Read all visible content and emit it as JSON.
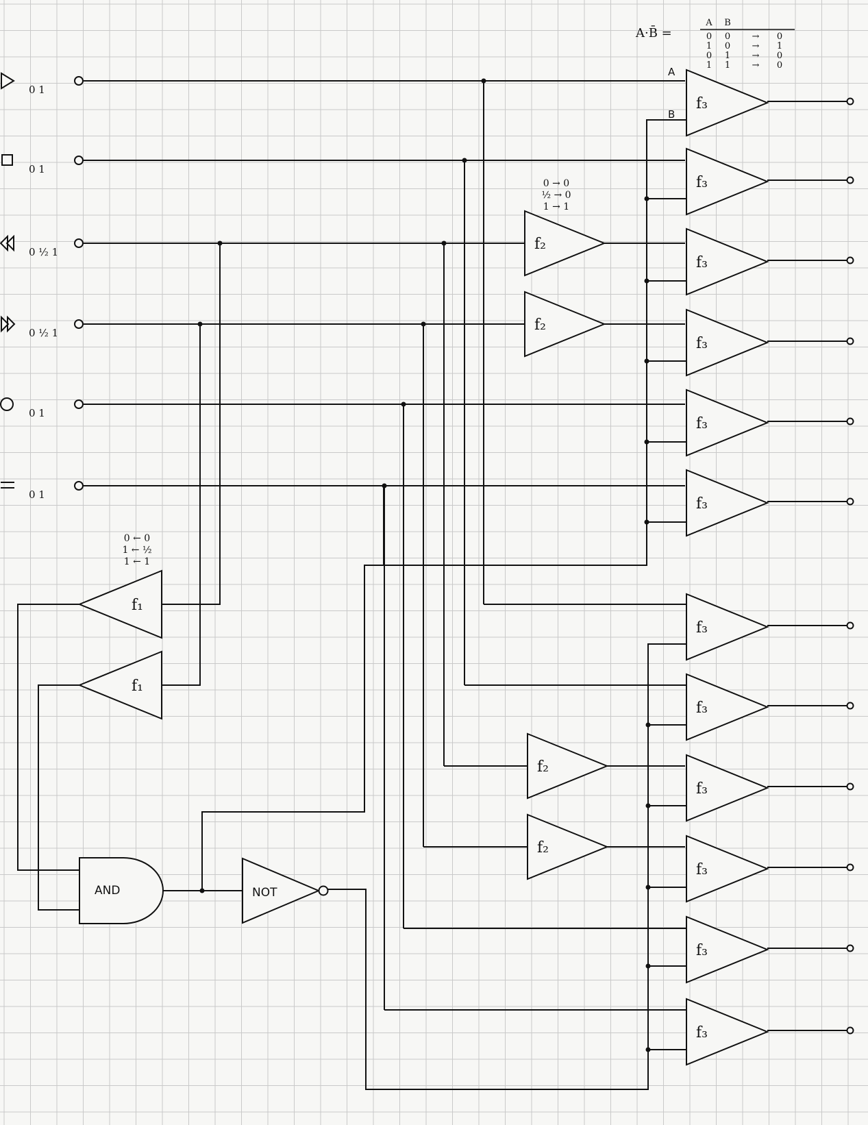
{
  "inputs": [
    {
      "icon": "play-icon",
      "glyph": "▷",
      "values": "0  1"
    },
    {
      "icon": "stop-icon",
      "glyph": "□",
      "values": "0  1"
    },
    {
      "icon": "rewind-icon",
      "glyph": "«",
      "values": "0 ½ 1"
    },
    {
      "icon": "fast-forward-icon",
      "glyph": "»",
      "values": "0 ½ 1"
    },
    {
      "icon": "record-icon",
      "glyph": "○",
      "values": "0  1"
    },
    {
      "icon": "pause-icon",
      "glyph": "=",
      "values": "0  1"
    }
  ],
  "truth_table": {
    "formula": "A·B̄ =",
    "headers": [
      "A",
      "B"
    ],
    "rows": [
      [
        "0",
        "0",
        "→",
        "0"
      ],
      [
        "1",
        "0",
        "→",
        "1"
      ],
      [
        "0",
        "1",
        "→",
        "0"
      ],
      [
        "1",
        "1",
        "→",
        "0"
      ]
    ]
  },
  "f2_table": [
    "0 → 0",
    "½ → 0",
    "1 → 1"
  ],
  "f1_table": [
    "0 ← 0",
    "1 ← ½",
    "1 ← 1"
  ],
  "labels": {
    "f1": "f₁",
    "f2": "f₂",
    "f3": "f₃",
    "and": "AND",
    "not": "NOT",
    "pin_a": "A",
    "pin_b": "B"
  }
}
